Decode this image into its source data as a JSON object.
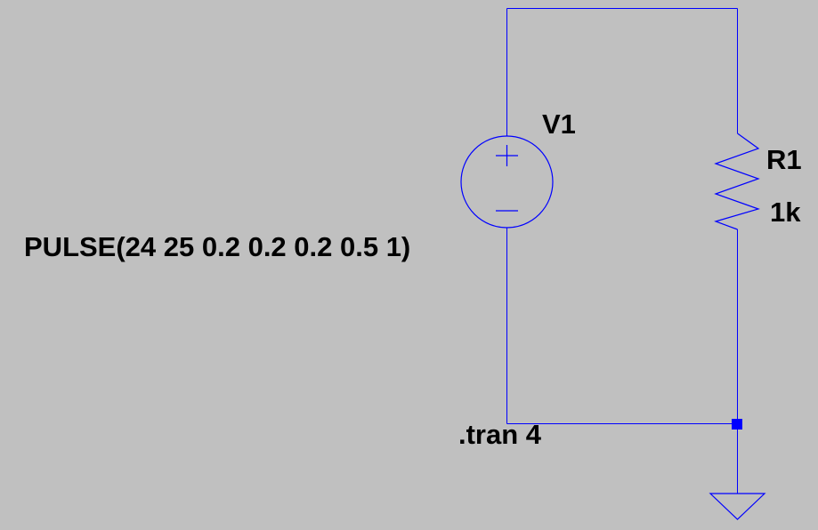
{
  "schematic": {
    "source": {
      "name": "V1",
      "value": "PULSE(24 25 0.2 0.2 0.2 0.5 1)"
    },
    "resistor": {
      "name": "R1",
      "value": "1k"
    },
    "directive": ".tran 4"
  },
  "colors": {
    "background": "#c0c0c0",
    "wire": "#0000ff",
    "junction": "#0000ff",
    "text": "#000000"
  }
}
